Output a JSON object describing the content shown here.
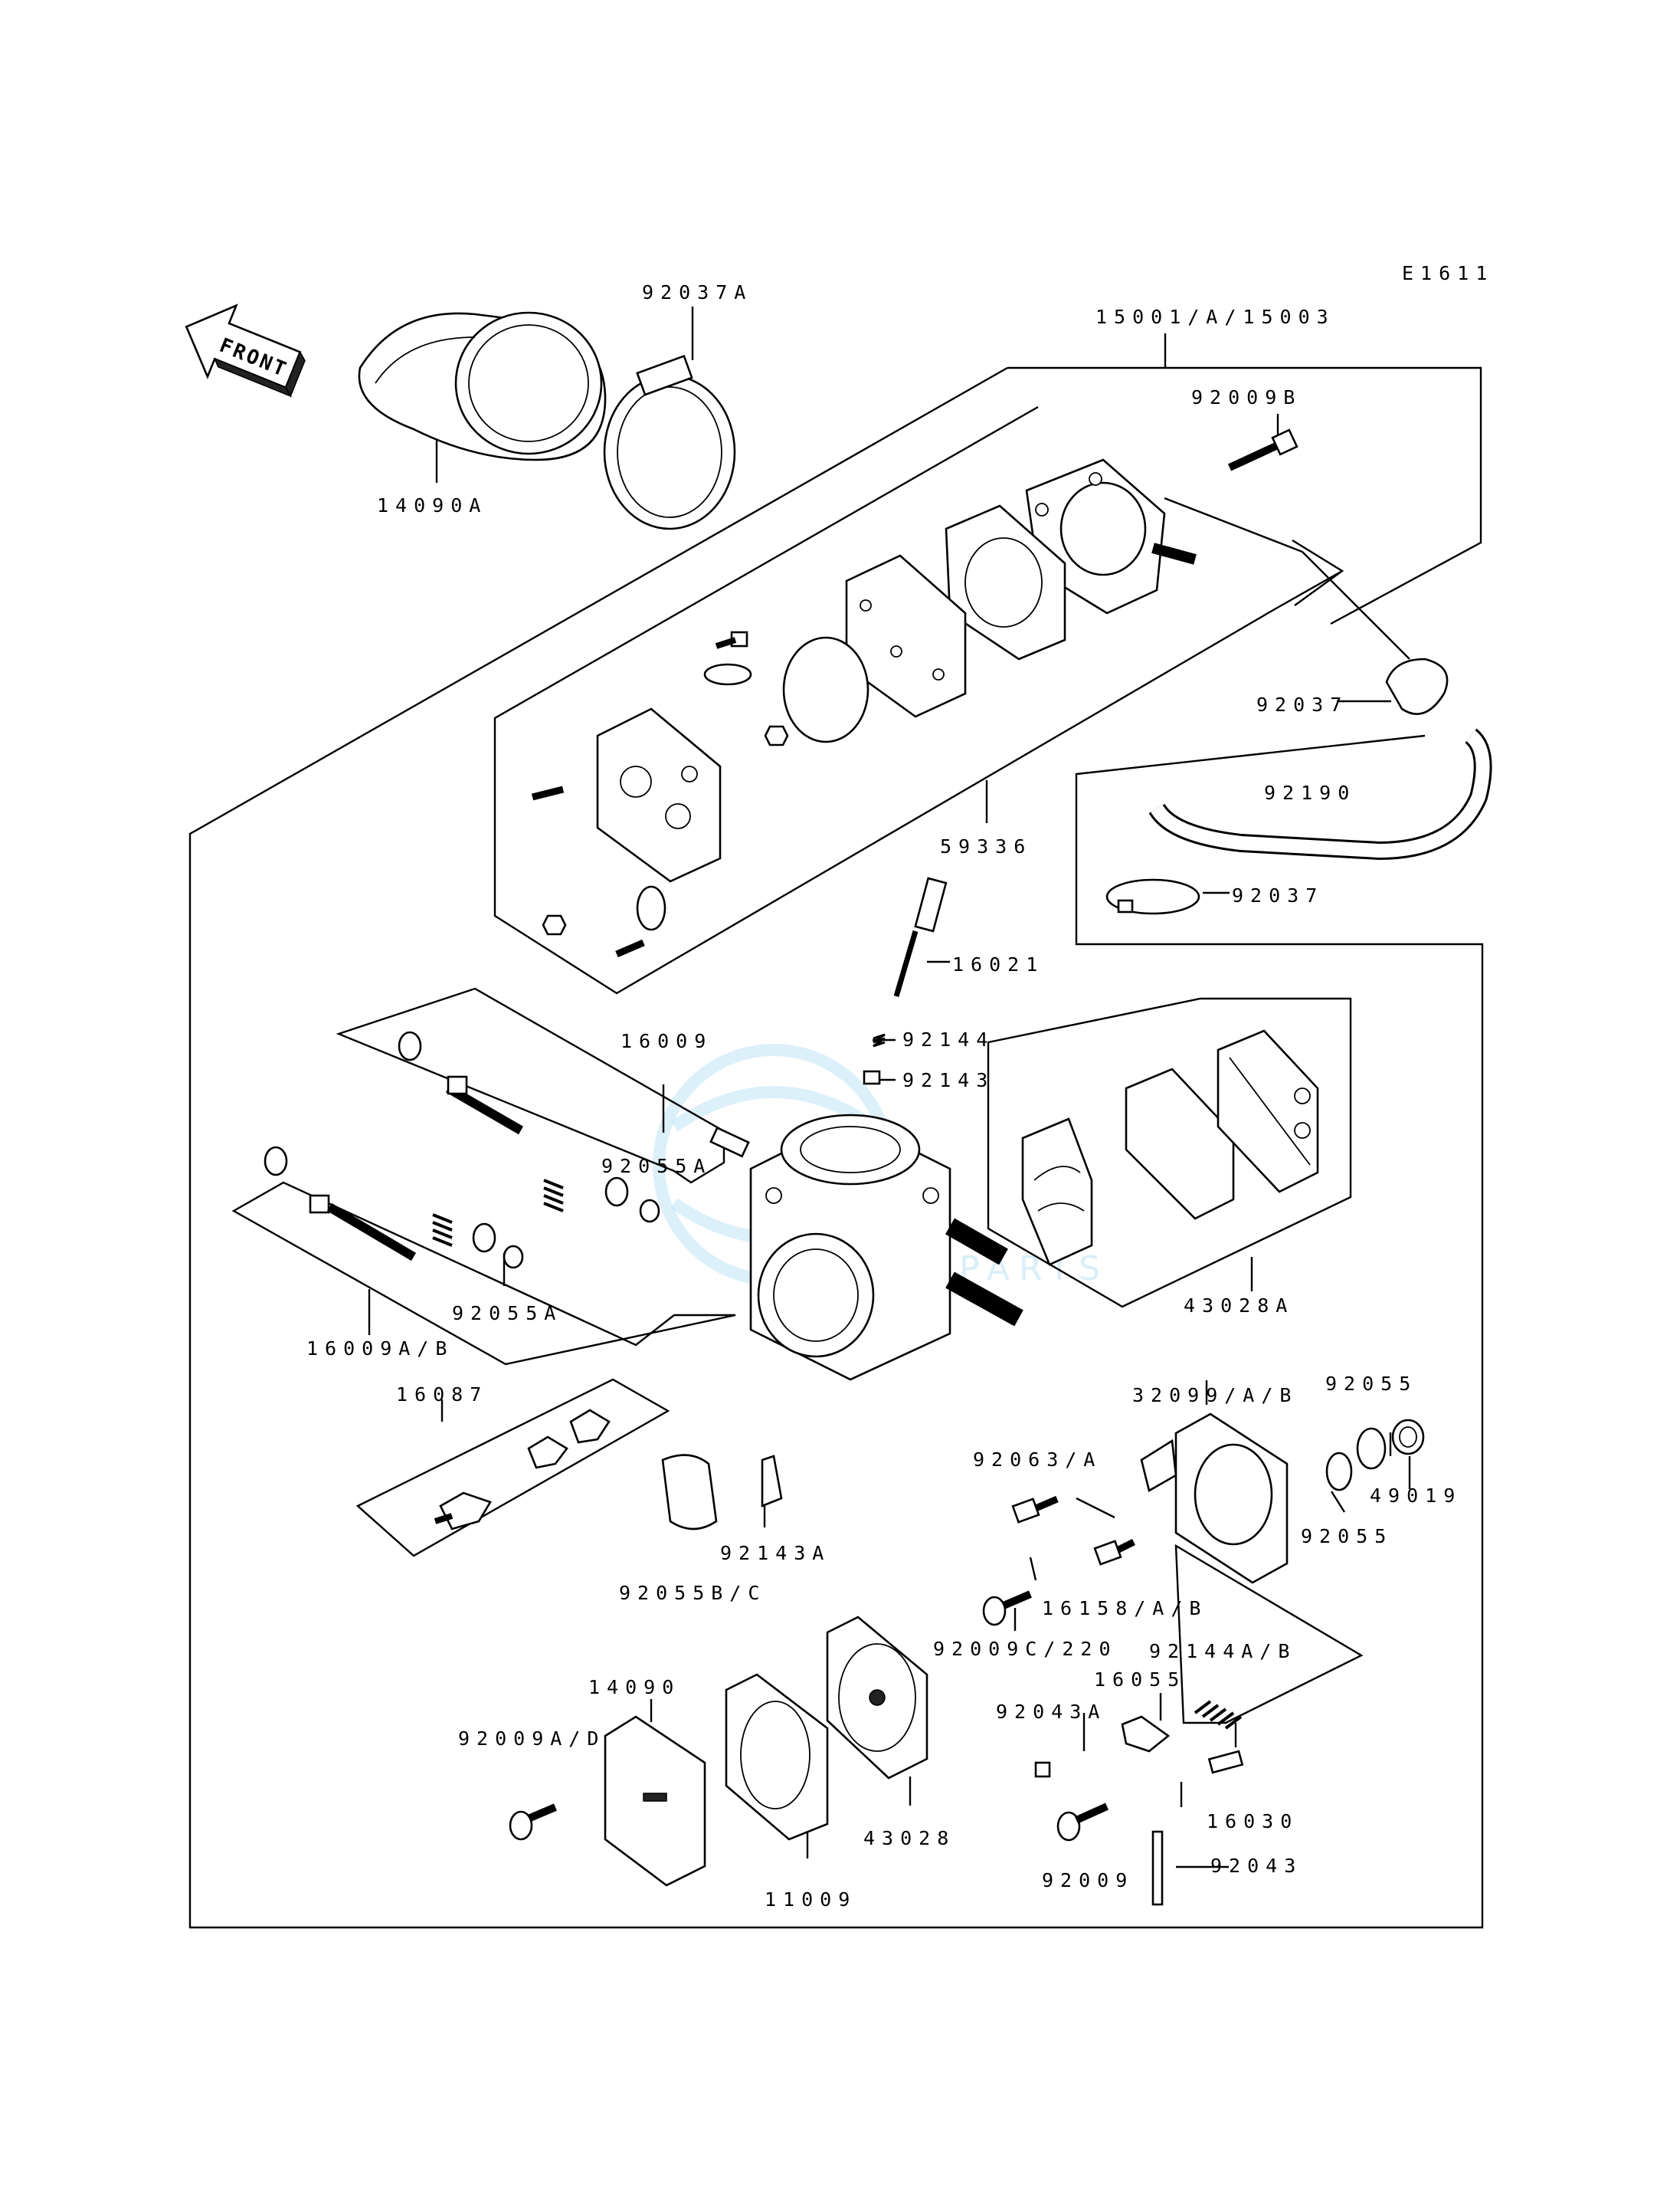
{
  "diagram_code": "E1611",
  "front_arrow": {
    "text": "FRONT",
    "icon": "front-direction-arrow-icon"
  },
  "watermark": {
    "text": "MOTOPARTS",
    "logo": "globe-logo-icon"
  },
  "part_labels": {
    "p15001": "15001/A/15003",
    "p92037A": "92037A",
    "p14090A": "14090A",
    "p92009B": "92009B",
    "p92037_1": "92037",
    "p92190": "92190",
    "p92037_2": "92037",
    "p59336": "59336",
    "p16021": "16021",
    "p92144": "92144",
    "p92143": "92143",
    "p16009": "16009",
    "p92055A_1": "92055A",
    "p92055A_2": "92055A",
    "p16009AB": "16009A/B",
    "p43028A": "43028A",
    "p32099": "32099/A/B",
    "p92055_1": "92055",
    "p92055_2": "92055",
    "p49019": "49019",
    "p92063": "92063/A",
    "p16087": "16087",
    "p92143A": "92143A",
    "p92055BC": "92055B/C",
    "p16158": "16158/A/B",
    "p92009C": "92009C/220",
    "p92144AB": "92144A/B",
    "p16055": "16055",
    "p92043A": "92043A",
    "p14090": "14090",
    "p92009AD": "92009A/D",
    "p43028": "43028",
    "p11009": "11009",
    "p16030": "16030",
    "p92009": "92009",
    "p92043": "92043"
  }
}
